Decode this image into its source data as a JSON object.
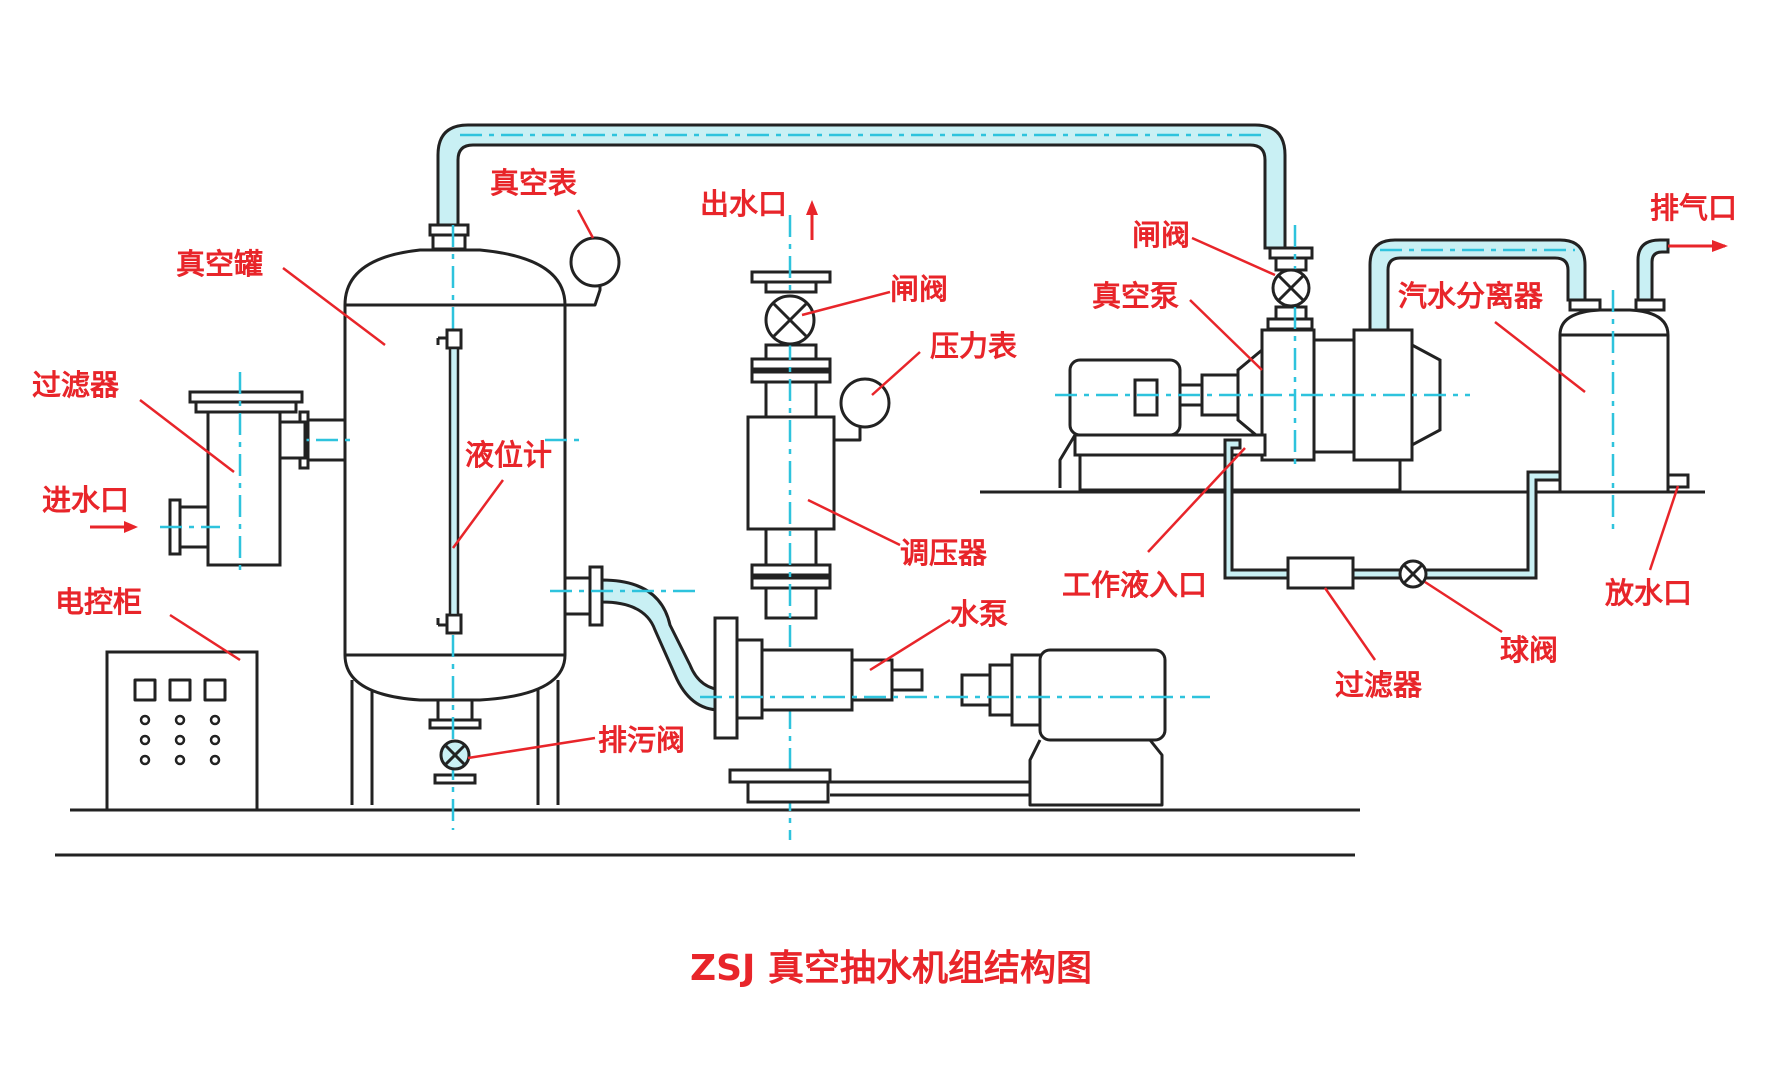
{
  "title": "ZSJ 真空抽水机组结构图",
  "colors": {
    "label": "#e8252a",
    "pipe_fill": "#c9f0f4",
    "center_line": "#2ec3dd",
    "outline": "#222222"
  },
  "labels": {
    "vacuum_tank": "真空罐",
    "vacuum_gauge": "真空表",
    "filter_left": "过滤器",
    "inlet": "进水口",
    "control_cabinet": "电控柜",
    "level_gauge": "液位计",
    "outlet": "出水口",
    "gate_valve_mid": "闸阀",
    "pressure_gauge": "压力表",
    "pressure_regulator": "调压器",
    "water_pump": "水泵",
    "drain_valve": "排污阀",
    "gate_valve_right": "闸阀",
    "vacuum_pump": "真空泵",
    "exhaust": "排气口",
    "separator": "汽水分离器",
    "working_fluid_inlet": "工作液入口",
    "filter_right": "过滤器",
    "ball_valve": "球阀",
    "drain_outlet": "放水口"
  }
}
